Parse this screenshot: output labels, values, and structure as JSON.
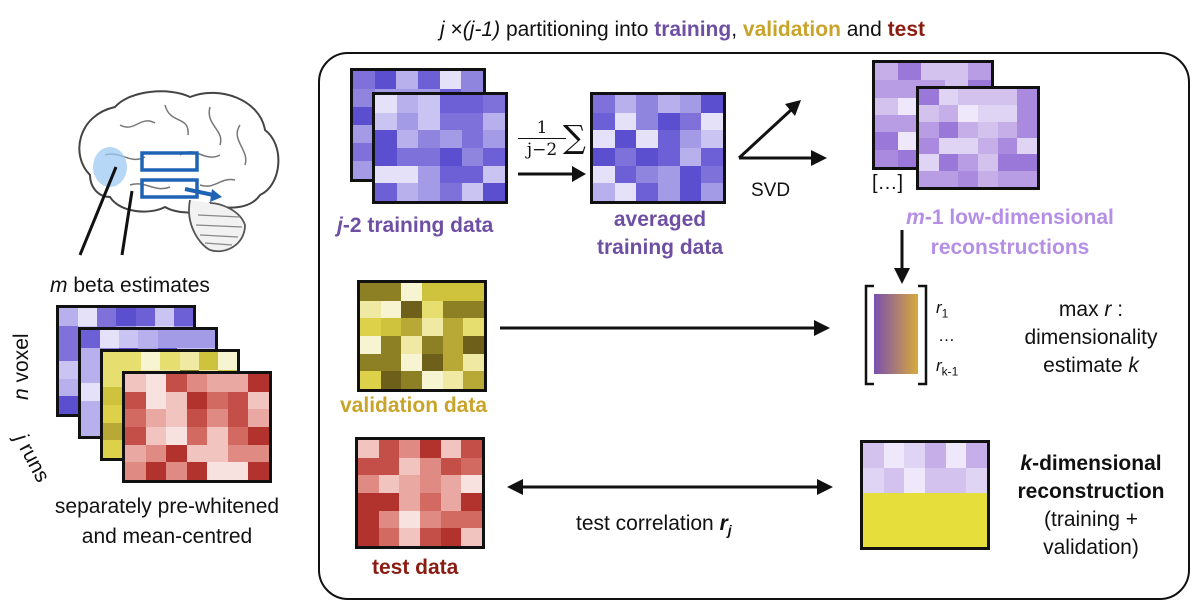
{
  "header": {
    "prefix_j": "j",
    "times": " ×",
    "paren_expr": "(j-1)",
    "middle": " partitioning into ",
    "training": "training",
    "comma": ", ",
    "validation": "validation",
    "and": " and ",
    "test": "test"
  },
  "left_panel": {
    "m_label": "m",
    "beta_estimates": " beta estimates",
    "n_label": "n",
    "voxel_label": " voxel",
    "j_label": "j",
    "runs_label": " runs",
    "caption_line1": "separately pre-whitened",
    "caption_line2": "and mean-centred"
  },
  "training": {
    "j_label": "j",
    "label_rest": "-2 training data",
    "fraction_num": "1",
    "fraction_den": "j−2",
    "sum_symbol": "∑"
  },
  "averaged": {
    "line1": "averaged",
    "line2": "training data"
  },
  "svd": {
    "label": "SVD",
    "ellipsis": "[…]"
  },
  "reconstructions": {
    "m_label": "m",
    "line1_rest": "-1 low-dimensional",
    "line2": "reconstructions"
  },
  "correlations": {
    "r": "r",
    "sub1": "1",
    "dots": "…",
    "subk": "k-1"
  },
  "dimensionality": {
    "line1_prefix": "max ",
    "line1_r": "r",
    "line1_suffix": " :",
    "line2": "dimensionality",
    "line3_prefix": "estimate ",
    "line3_k": "k"
  },
  "validation": {
    "label": "validation data"
  },
  "test": {
    "label": "test data",
    "corr_prefix": "test correlation ",
    "corr_r": "r",
    "corr_sub": "j"
  },
  "k_recon": {
    "k_label": "k",
    "line1_rest": "-dimensional",
    "line2": "reconstruction",
    "line3": "(training +",
    "line4": "validation)"
  },
  "colors": {
    "purple_text": "#6e4fa3",
    "lilac_text": "#b58ee6",
    "gold_text": "#c9a42b",
    "maroon_text": "#8a1c12",
    "purple_cells": [
      "#5b4ecf",
      "#6d5fd6",
      "#7e72da",
      "#8f85de",
      "#a49be6",
      "#b7b0ec",
      "#c9c4f2",
      "#e4e1f8"
    ],
    "lilac_cells": [
      "#9a78d9",
      "#a98ade",
      "#b89ce4",
      "#c6afe9",
      "#d3c2ee",
      "#e0d4f4",
      "#efe8fa"
    ],
    "yellow_cells": [
      "#6e5f1a",
      "#8c7f24",
      "#b8a836",
      "#cfc23d",
      "#ddd14a",
      "#e6de6e",
      "#efe9a3",
      "#f7f4d2"
    ],
    "red_cells": [
      "#b2322d",
      "#c44f48",
      "#d36a62",
      "#df8a82",
      "#e9a8a2",
      "#f1c4bf",
      "#f8e2df"
    ]
  }
}
